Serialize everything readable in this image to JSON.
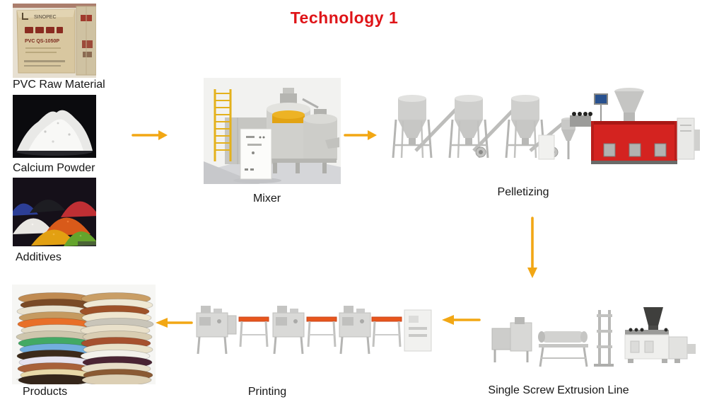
{
  "title": "Technology 1",
  "nodes": {
    "pvc_raw_material": {
      "label": "PVC Raw Material",
      "bag_brand": "SINOPEC",
      "bag_grade": "PVC QS-1050P"
    },
    "calcium_powder": {
      "label": "Calcium Powder"
    },
    "additives": {
      "label": "Additives"
    },
    "mixer": {
      "label": "Mixer"
    },
    "pelletizing": {
      "label": "Pelletizing"
    },
    "single_screw_extrusion_line": {
      "label": "Single Screw Extrusion Line"
    },
    "printing": {
      "label": "Printing"
    },
    "products": {
      "label": "Products"
    }
  },
  "connections": [
    {
      "from": "PVC Raw Material / Calcium Powder / Additives",
      "to": "Mixer",
      "direction": "right"
    },
    {
      "from": "Mixer",
      "to": "Pelletizing",
      "direction": "right"
    },
    {
      "from": "Pelletizing",
      "to": "Single Screw Extrusion Line",
      "direction": "down"
    },
    {
      "from": "Single Screw Extrusion Line",
      "to": "Printing",
      "direction": "left"
    },
    {
      "from": "Printing",
      "to": "Products",
      "direction": "left"
    }
  ],
  "colors": {
    "title_red": "#df1418",
    "arrow_gold": "#f2a714",
    "label_text": "#161616",
    "background": "#ffffff",
    "pelletizer_red": "#d42320",
    "printing_table_orange": "#e8561c",
    "mixer_ladder_yellow": "#e4b11c"
  }
}
